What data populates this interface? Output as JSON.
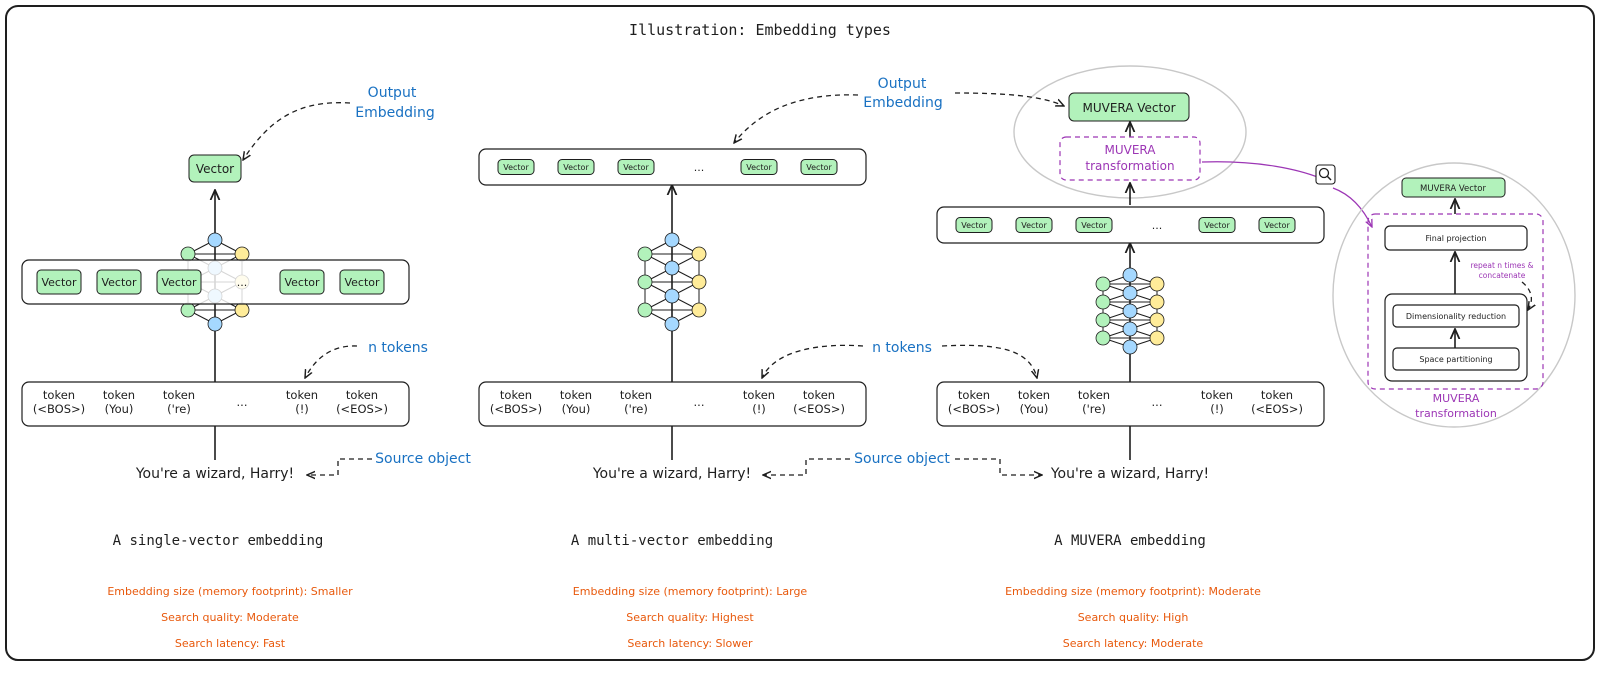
{
  "title": "Illustration: Embedding types",
  "labels": {
    "output_embedding_line1": "Output",
    "output_embedding_line2": "Embedding",
    "n_tokens": "n tokens",
    "source_object": "Source object",
    "vector": "Vector",
    "ellipsis": "...",
    "sentence": "You're a wizard, Harry!"
  },
  "tokens": [
    {
      "top": "token",
      "bottom": "(<BOS>)"
    },
    {
      "top": "token",
      "bottom": "(You)"
    },
    {
      "top": "token",
      "bottom": "('re)"
    },
    {
      "top": "",
      "bottom": "..."
    },
    {
      "top": "token",
      "bottom": "(!)"
    },
    {
      "top": "token",
      "bottom": "(<EOS>)"
    }
  ],
  "muvera": {
    "vector_label": "MUVERA Vector",
    "transformation_line1": "MUVERA",
    "transformation_line2": "transformation",
    "final_projection": "Final projection",
    "dimensionality_reduction": "Dimensionality reduction",
    "space_partitioning": "Space partitioning",
    "repeat_note_line1": "repeat n times &",
    "repeat_note_line2": "concatenate",
    "zoom_icon": "magnifier-icon"
  },
  "panels": [
    {
      "name": "A single-vector embedding",
      "stats": [
        "Embedding size (memory footprint): Smaller",
        "Search quality: Moderate",
        "Search latency: Fast"
      ]
    },
    {
      "name": "A multi-vector embedding",
      "stats": [
        "Embedding size (memory footprint): Large",
        "Search quality: Highest",
        "Search latency: Slower"
      ]
    },
    {
      "name": "A MUVERA embedding",
      "stats": [
        "Embedding size (memory footprint): Moderate",
        "Search quality: High",
        "Search latency: Moderate"
      ]
    }
  ],
  "colors": {
    "vector_fill": "#b2f2bb",
    "node_blue": "#a5d8ff",
    "node_green": "#b2f2bb",
    "node_yellow": "#ffec99",
    "annotation_blue": "#1971c2",
    "muvera_purple": "#9c36b5",
    "stats_orange": "#e8590c"
  }
}
